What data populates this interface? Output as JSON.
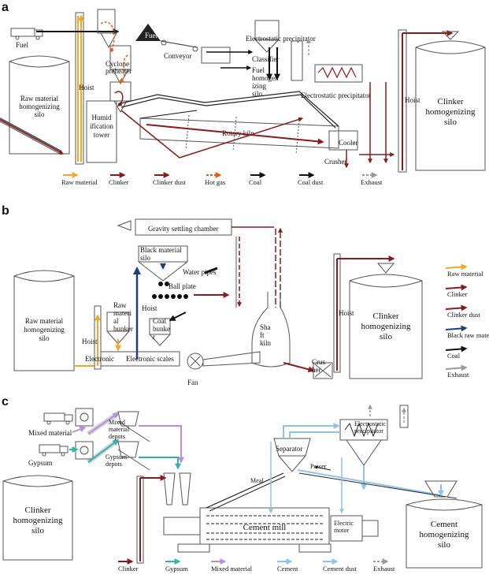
{
  "panels": {
    "a": {
      "letter": "a",
      "labels": {
        "fuel_left": "Fuel",
        "fuel_top": "Fuel",
        "raw_silo": "Raw material homogenizing silo",
        "hoist": "Hoist",
        "humidification": "Humid ification tower",
        "cyclone": "Cyclone preheater",
        "conveyor": "Conveyor",
        "ep_top": "Electrostatic precipitator",
        "classifier": "Classifier",
        "fuel_homog": "Fuel homogen izing silo",
        "ep_right": "Electrostatic precipitator",
        "rotary_kiln": "Rotary kiln",
        "cooler": "Cooler",
        "crusher": "Crusher",
        "hoist_right": "Hoist",
        "clinker_silo": "Clinker homogenizing silo"
      },
      "legend": [
        {
          "label": "Raw material",
          "color": "#f5a623",
          "style": "solid"
        },
        {
          "label": "Clinker",
          "color": "#8b1a1a",
          "style": "solid"
        },
        {
          "label": "Clinker dust",
          "color": "#8b1a1a",
          "style": "solid"
        },
        {
          "label": "Hot gas",
          "color": "#e85a1a",
          "style": "dashed"
        },
        {
          "label": "Coal",
          "color": "#111111",
          "style": "solid"
        },
        {
          "label": "Coal dust",
          "color": "#111111",
          "style": "solid"
        },
        {
          "label": "Exhaust",
          "color": "#999999",
          "style": "dashed"
        }
      ]
    },
    "b": {
      "letter": "b",
      "labels": {
        "gravity": "Gravity settling chamber",
        "black_silo": "Black material silo",
        "water_pipes": "Water pipes",
        "ball_plate": "Ball plate",
        "raw_silo": "Raw material homogenizing silo",
        "raw_bunker": "Raw materi al bunker",
        "hoist_left": "Hoist",
        "hoist_mid": "Hoist",
        "coal_bunker": "Coal bunke r",
        "electronic1": "Electronic",
        "electronic2": "Electronic scales",
        "fan": "Fan",
        "shaft_kiln": "Sha ft kiln",
        "crusher": "Crus her",
        "hoist_right": "Hoist",
        "clinker_silo": "Clinker homogenizing silo"
      },
      "legend": [
        {
          "label": "Raw material",
          "color": "#f5a623"
        },
        {
          "label": "Clinker",
          "color": "#8b1a1a"
        },
        {
          "label": "Clinker dust",
          "color": "#8b1a1a"
        },
        {
          "label": "Black raw material",
          "color": "#1f3f7a"
        },
        {
          "label": "Coal",
          "color": "#111111"
        },
        {
          "label": "Exhaust",
          "color": "#999999"
        }
      ]
    },
    "c": {
      "letter": "c",
      "labels": {
        "mixed_material": "Mixed material",
        "gypsum": "Gypsum",
        "mixed_depots": "Mixed material depots",
        "gypsum_depots": "Gypsum depots",
        "separator": "Separator",
        "power": "Power",
        "meal": "Meal",
        "ep": "Electrostatic precipitator",
        "clinker_silo": "Clinker homogenizing silo",
        "cement_mill": "Cement mill",
        "electric_motor": "Electric motor",
        "cement_silo": "Cement homogenizing silo"
      },
      "legend": [
        {
          "label": "Clinker",
          "color": "#8b1a1a",
          "style": "solid"
        },
        {
          "label": "Gypsum",
          "color": "#2bb5b0",
          "style": "solid"
        },
        {
          "label": "Mixed material",
          "color": "#b48ee0",
          "style": "solid"
        },
        {
          "label": "Cement",
          "color": "#8fc3ef",
          "style": "solid"
        },
        {
          "label": "Cement dust",
          "color": "#8fc3ef",
          "style": "solid"
        },
        {
          "label": "Exhaust",
          "color": "#999999",
          "style": "dashed"
        }
      ]
    }
  }
}
